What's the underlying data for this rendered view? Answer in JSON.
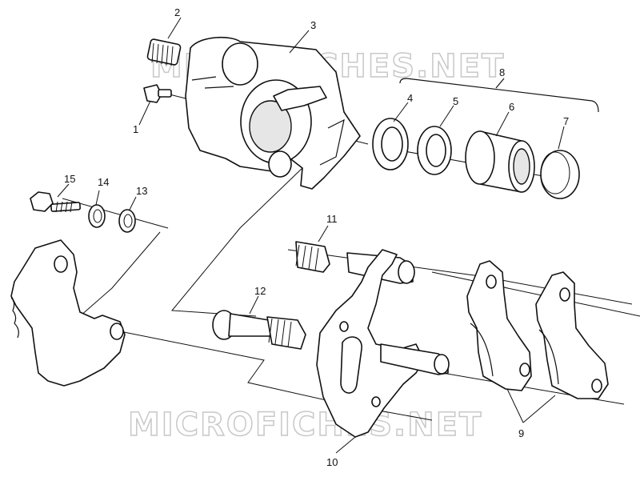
{
  "watermark": "MICROFICHES.NET",
  "callouts": [
    {
      "id": "c1",
      "text": "1"
    },
    {
      "id": "c2",
      "text": "2"
    },
    {
      "id": "c3",
      "text": "3"
    },
    {
      "id": "c4",
      "text": "4"
    },
    {
      "id": "c5",
      "text": "5"
    },
    {
      "id": "c6",
      "text": "6"
    },
    {
      "id": "c7",
      "text": "7"
    },
    {
      "id": "c8",
      "text": "8"
    },
    {
      "id": "c9",
      "text": "9"
    },
    {
      "id": "c10",
      "text": "10"
    },
    {
      "id": "c11",
      "text": "11"
    },
    {
      "id": "c12",
      "text": "12"
    },
    {
      "id": "c13",
      "text": "13"
    },
    {
      "id": "c14",
      "text": "14"
    },
    {
      "id": "c15",
      "text": "15"
    }
  ]
}
